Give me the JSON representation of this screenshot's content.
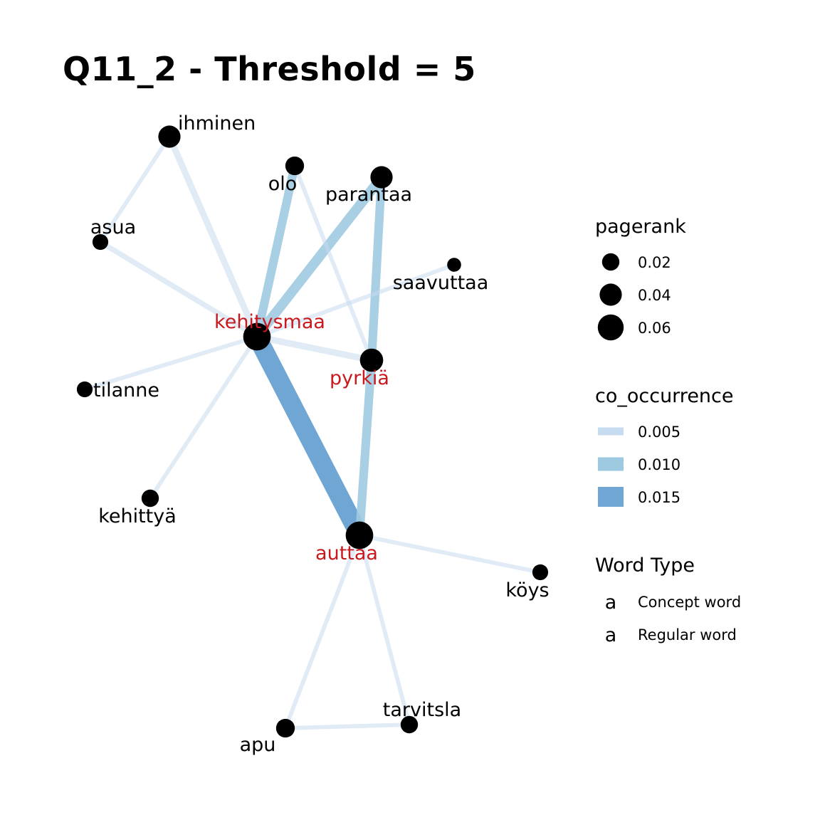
{
  "title": "Q11_2 - Threshold = 5",
  "colors": {
    "concept": "#c8191e",
    "regular": "#000000",
    "edge_low": "#c6dbef",
    "edge_mid": "#9ecae1",
    "edge_high": "#6fa6d4"
  },
  "nodes": [
    {
      "id": "ihminen",
      "label": "ihminen",
      "type": "regular",
      "pagerank": 0.04
    },
    {
      "id": "olo",
      "label": "olo",
      "type": "regular",
      "pagerank": 0.025
    },
    {
      "id": "parantaa",
      "label": "parantaa",
      "type": "regular",
      "pagerank": 0.04
    },
    {
      "id": "asua",
      "label": "asua",
      "type": "regular",
      "pagerank": 0.015
    },
    {
      "id": "saavuttaa",
      "label": "saavuttaa",
      "type": "regular",
      "pagerank": 0.01
    },
    {
      "id": "kehitysmaa",
      "label": "kehitysmaa",
      "type": "concept",
      "pagerank": 0.07
    },
    {
      "id": "pyrkia",
      "label": "pyrkiä",
      "type": "concept",
      "pagerank": 0.045
    },
    {
      "id": "tilanne",
      "label": "tilanne",
      "type": "regular",
      "pagerank": 0.015
    },
    {
      "id": "kehittya",
      "label": "kehittyä",
      "type": "regular",
      "pagerank": 0.02
    },
    {
      "id": "auttaa",
      "label": "auttaa",
      "type": "concept",
      "pagerank": 0.07
    },
    {
      "id": "koys",
      "label": "köys",
      "type": "regular",
      "pagerank": 0.015
    },
    {
      "id": "tarvitsla",
      "label": "tarvitsla",
      "type": "regular",
      "pagerank": 0.02
    },
    {
      "id": "apu",
      "label": "apu",
      "type": "regular",
      "pagerank": 0.025
    }
  ],
  "edges": [
    {
      "from": "kehitysmaa",
      "to": "auttaa",
      "co_occurrence": 0.016
    },
    {
      "from": "parantaa",
      "to": "kehitysmaa",
      "co_occurrence": 0.008
    },
    {
      "from": "olo",
      "to": "kehitysmaa",
      "co_occurrence": 0.007
    },
    {
      "from": "parantaa",
      "to": "pyrkia",
      "co_occurrence": 0.007
    },
    {
      "from": "pyrkia",
      "to": "auttaa",
      "co_occurrence": 0.007
    },
    {
      "from": "ihminen",
      "to": "kehitysmaa",
      "co_occurrence": 0.005
    },
    {
      "from": "kehitysmaa",
      "to": "pyrkia",
      "co_occurrence": 0.005
    },
    {
      "from": "asua",
      "to": "kehitysmaa",
      "co_occurrence": 0.004
    },
    {
      "from": "ihminen",
      "to": "asua",
      "co_occurrence": 0.003
    },
    {
      "from": "olo",
      "to": "pyrkia",
      "co_occurrence": 0.003
    },
    {
      "from": "saavuttaa",
      "to": "kehitysmaa",
      "co_occurrence": 0.003
    },
    {
      "from": "tilanne",
      "to": "kehitysmaa",
      "co_occurrence": 0.003
    },
    {
      "from": "kehittya",
      "to": "kehitysmaa",
      "co_occurrence": 0.003
    },
    {
      "from": "auttaa",
      "to": "koys",
      "co_occurrence": 0.003
    },
    {
      "from": "auttaa",
      "to": "tarvitsla",
      "co_occurrence": 0.003
    },
    {
      "from": "auttaa",
      "to": "apu",
      "co_occurrence": 0.003
    },
    {
      "from": "apu",
      "to": "tarvitsla",
      "co_occurrence": 0.003
    }
  ],
  "legend": {
    "pagerank": {
      "title": "pagerank",
      "items": [
        {
          "label": "0.02",
          "value": 0.02
        },
        {
          "label": "0.04",
          "value": 0.04
        },
        {
          "label": "0.06",
          "value": 0.06
        }
      ]
    },
    "co_occurrence": {
      "title": "co_occurrence",
      "items": [
        {
          "label": "0.005",
          "value": 0.005
        },
        {
          "label": "0.010",
          "value": 0.01
        },
        {
          "label": "0.015",
          "value": 0.015
        }
      ]
    },
    "word_type": {
      "title": "Word Type",
      "items": [
        {
          "glyph": "a",
          "label": "Concept word",
          "type": "concept"
        },
        {
          "glyph": "a",
          "label": "Regular word",
          "type": "regular"
        }
      ]
    }
  }
}
